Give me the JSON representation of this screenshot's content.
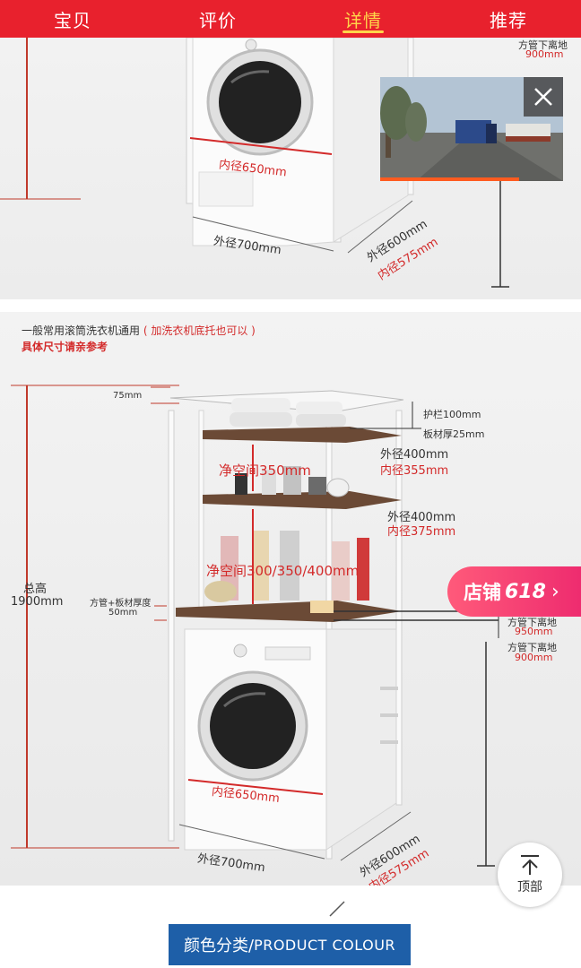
{
  "tabs": [
    {
      "label": "宝贝",
      "active": false
    },
    {
      "label": "评价",
      "active": false
    },
    {
      "label": "详情",
      "active": true
    },
    {
      "label": "推荐",
      "active": false
    }
  ],
  "image1": {
    "pipe_label": "方管下离地",
    "pipe_value": "900mm",
    "inner_diameter": "内径650mm",
    "outer_width": "外径700mm",
    "outer_depth": "外径600mm",
    "inner_depth": "内径575mm"
  },
  "video": {
    "close_icon": "close-icon",
    "progress": 0.76
  },
  "image2": {
    "heading": "一般常用滚筒洗衣机通用",
    "heading_note": "( 加洗衣机底托也可以 )",
    "subheading": "具体尺寸请亲参考",
    "top_gap": "75mm",
    "rail_label": "护栏100mm",
    "board_label": "板材厚25mm",
    "shelf1_outer": "外径400mm",
    "shelf1_inner": "内径355mm",
    "clear_space1": "净空间350mm",
    "shelf2_outer": "外径400mm",
    "shelf2_inner": "内径375mm",
    "clear_space2": "净空间300/350/400mm",
    "total_height_label": "总高",
    "total_height_value": "1900mm",
    "tube_board_label": "方管+板材厚度",
    "tube_board_value": "50mm",
    "pipe_ground1_label": "方管下离地",
    "pipe_ground1_value": "950mm",
    "pipe_ground2_label": "方管下离地",
    "pipe_ground2_value": "900mm",
    "inner_diameter": "内径650mm",
    "outer_width": "外径700mm",
    "outer_depth": "外径600mm",
    "inner_depth": "内径575mm"
  },
  "store_button": {
    "label": "店铺",
    "number": "618",
    "chevron": "›"
  },
  "back_to_top": {
    "label": "顶部",
    "icon": "arrow-up-bar-icon"
  },
  "color_banner": {
    "cn": "颜色分类/",
    "en": "PRODUCT COLOUR"
  },
  "colors": {
    "tabbar": "#e8212d",
    "tab_active": "#ffd54a",
    "annotation_red": "#d32a2a",
    "store_pink": "#ee2c6f",
    "banner_blue": "#1e5fa8"
  }
}
